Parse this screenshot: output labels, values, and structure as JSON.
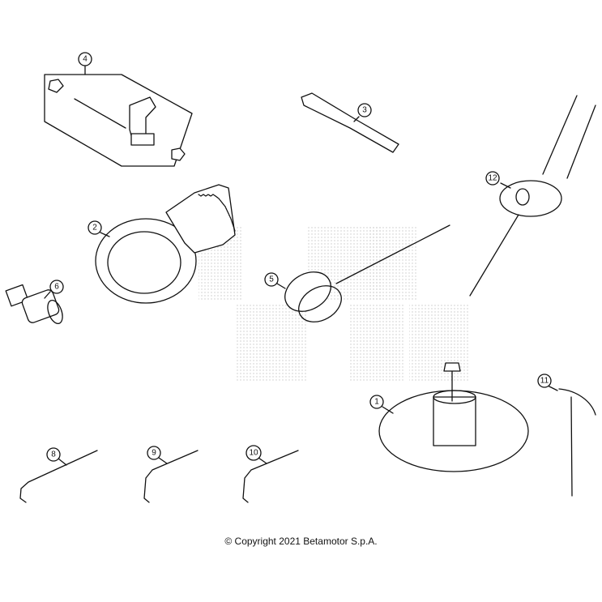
{
  "callouts": [
    {
      "id": "1",
      "label": "1"
    },
    {
      "id": "2",
      "label": "2"
    },
    {
      "id": "3",
      "label": "3"
    },
    {
      "id": "4",
      "label": "4"
    },
    {
      "id": "5",
      "label": "5"
    },
    {
      "id": "6",
      "label": "6"
    },
    {
      "id": "7",
      "label": "8"
    },
    {
      "id": "8",
      "label": "9"
    },
    {
      "id": "9",
      "label": "10"
    },
    {
      "id": "10",
      "label": "11"
    },
    {
      "id": "11",
      "label": "12"
    }
  ],
  "copyright": "© Copyright 2021 Betamotor S.p.A."
}
